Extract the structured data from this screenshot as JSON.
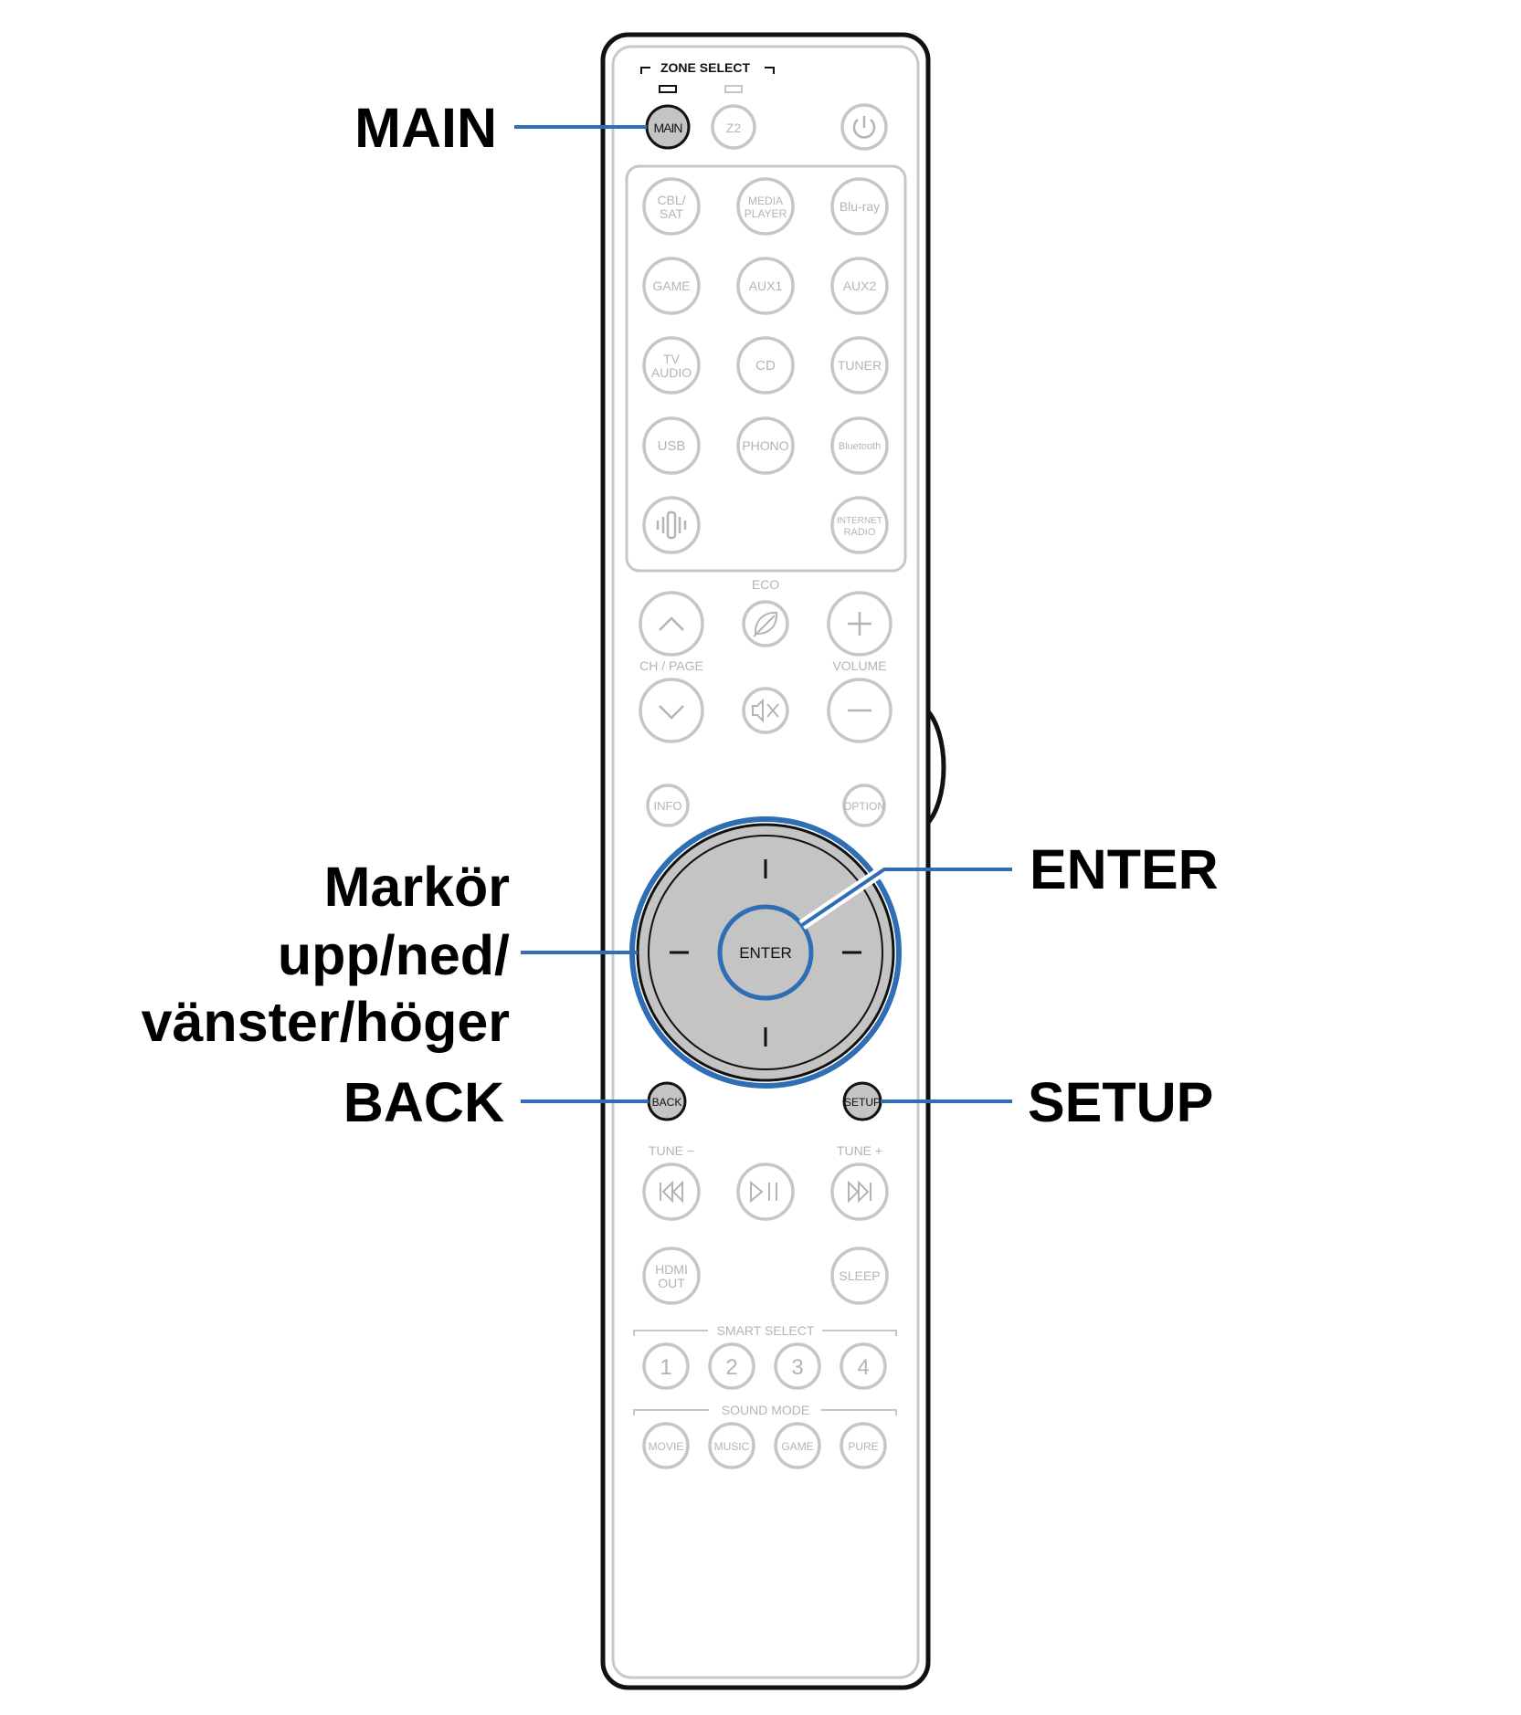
{
  "callouts": {
    "main": "MAIN",
    "cursor_line1": "Markör",
    "cursor_line2": "upp/ned/",
    "cursor_line3": "vänster/höger",
    "back": "BACK",
    "enter": "ENTER",
    "setup": "SETUP"
  },
  "remote": {
    "zone_select": "ZONE SELECT",
    "zone_buttons": {
      "main": "MAIN",
      "z2": "Z2"
    },
    "sources": {
      "cbl_sat": [
        "CBL/",
        "SAT"
      ],
      "media_player": [
        "MEDIA",
        "PLAYER"
      ],
      "bluray": "Blu-ray",
      "game": "GAME",
      "aux1": "AUX1",
      "aux2": "AUX2",
      "tv_audio": [
        "TV",
        "AUDIO"
      ],
      "cd": "CD",
      "tuner": "TUNER",
      "usb": "USB",
      "phono": "PHONO",
      "bluetooth": "Bluetooth",
      "internet_radio": [
        "INTERNET",
        "RADIO"
      ]
    },
    "eco": "ECO",
    "ch_page": "CH / PAGE",
    "volume": "VOLUME",
    "info": "INFO",
    "option": "OPTION",
    "enter": "ENTER",
    "back": "BACK",
    "setup": "SETUP",
    "tune_minus": "TUNE −",
    "tune_plus": "TUNE +",
    "hdmi_out": [
      "HDMI",
      "OUT"
    ],
    "sleep": "SLEEP",
    "smart_select": "SMART SELECT",
    "smart_buttons": [
      "1",
      "2",
      "3",
      "4"
    ],
    "sound_mode": "SOUND MODE",
    "sound_buttons": [
      "MOVIE",
      "MUSIC",
      "GAME",
      "PURE"
    ]
  },
  "colors": {
    "callout_line": "#2f6db5",
    "highlight_fill": "#c4c4c4",
    "button_outline": "#c6c6c6"
  }
}
